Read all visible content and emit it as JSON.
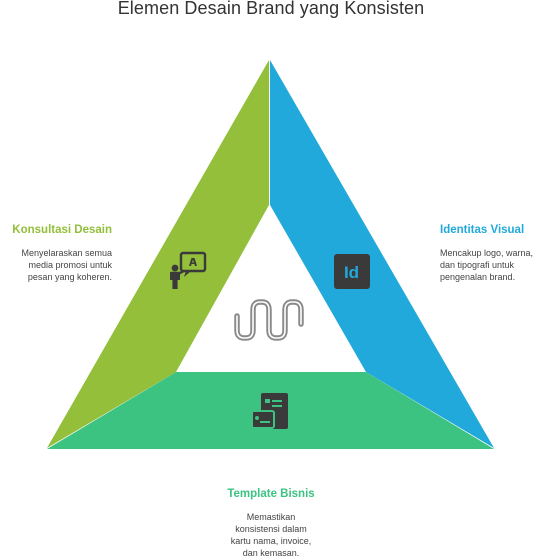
{
  "title": "Elemen Desain Brand yang Konsisten",
  "colors": {
    "green": "#93bf3a",
    "blue": "#21a9db",
    "teal": "#3cc281",
    "icon": "#3a3a3a",
    "center_icon": "#8a8a8a"
  },
  "sections": {
    "left": {
      "heading": "Konsultasi Desain",
      "description": "Menyelaraskan semua\nmedia promosi untuk\npesan yang koheren.",
      "icon": "consultation-presenter-icon"
    },
    "right": {
      "heading": "Identitas Visual",
      "description": "Mencakup logo, warna,\ndan tipografi untuk\npengenalan brand.",
      "icon": "indesign-logo-icon"
    },
    "bottom": {
      "heading": "Template Bisnis",
      "description": "Memastikan\nkonsistensi dalam\nkartu nama, invoice,\ndan kemasan.",
      "icon": "business-card-template-icon"
    }
  },
  "center": {
    "icon": "brand-waves-logo-icon"
  }
}
